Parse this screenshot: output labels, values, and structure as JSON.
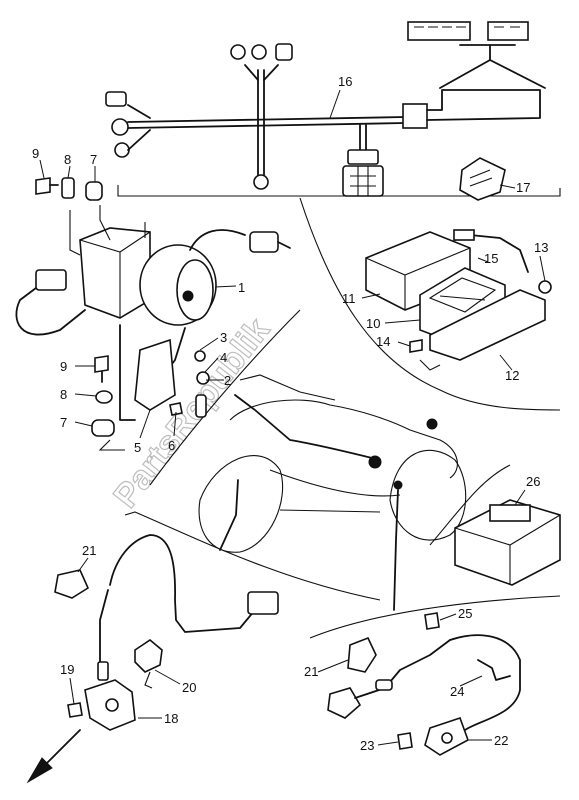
{
  "callouts": {
    "c1": "1",
    "c2": "2",
    "c3": "3",
    "c4": "4",
    "c5": "5",
    "c6": "6",
    "c7a": "7",
    "c8a": "8",
    "c9a": "9",
    "c7b": "7",
    "c8b": "8",
    "c9b": "9",
    "c10": "10",
    "c11": "11",
    "c12": "12",
    "c13": "13",
    "c14": "14",
    "c15": "15",
    "c16": "16",
    "c17": "17",
    "c18": "18",
    "c19": "19",
    "c20": "20",
    "c21a": "21",
    "c21b": "21",
    "c22": "22",
    "c23": "23",
    "c24": "24",
    "c25": "25",
    "c26": "26"
  },
  "watermark": "PartsRepublik",
  "icons": {
    "orientation_arrow": "arrow-down-left-icon"
  }
}
